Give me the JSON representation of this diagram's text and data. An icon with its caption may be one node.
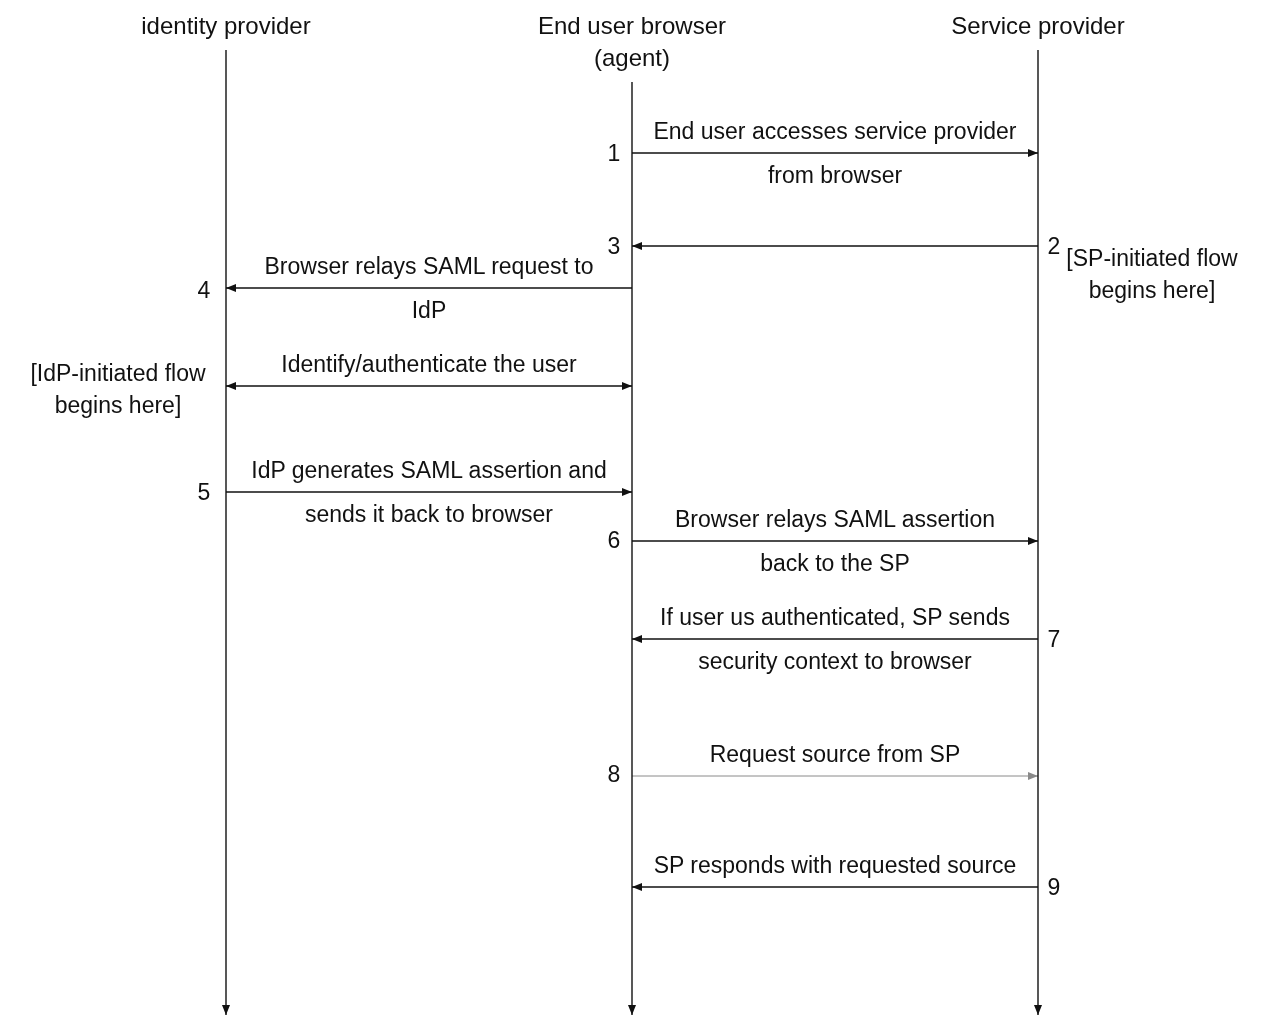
{
  "diagram": {
    "nodes": [
      {
        "text": [
          "identity provider"
        ]
      },
      {
        "text": [
          "End user browser (agent)"
        ]
      },
      {
        "text": [
          "Service provider"
        ]
      }
    ],
    "edges": [
      {
        "from": 1,
        "to": 2,
        "arrow": "to",
        "label": "End user accesses service provider from browser"
      },
      {
        "from": 2,
        "to": 1,
        "arrow": "to"
      },
      {
        "from": 1,
        "to": 0,
        "arrow": "to",
        "label": "Browser relays SAML request to IdP"
      },
      {
        "from": 0,
        "to": 1,
        "arrow": "both",
        "label": "Identify/authenticate the user"
      },
      {
        "from": 0,
        "to": 1,
        "arrow": "to",
        "label": "IdP generates SAML assertion and sends it back to browser"
      },
      {
        "from": 1,
        "to": 2,
        "arrow": "to",
        "label": "Browser relays SAML assertion back to the SP"
      },
      {
        "from": 2,
        "to": 1,
        "arrow": "to",
        "label": "If user us authenticated, SP sends security context to browser"
      },
      {
        "from": 1,
        "to": 2,
        "arrow": "to",
        "label": "Request source from SP",
        "color": "#8a8a8a"
      },
      {
        "from": 2,
        "to": 1,
        "arrow": "to",
        "label": "SP responds with requested source"
      }
    ],
    "labels": [
      "1",
      "3",
      "2",
      "[SP-initiated flow begins here]",
      "4",
      "[IdP-initiated flow begins here]",
      "5",
      "6",
      "7",
      "8",
      "9"
    ]
  }
}
